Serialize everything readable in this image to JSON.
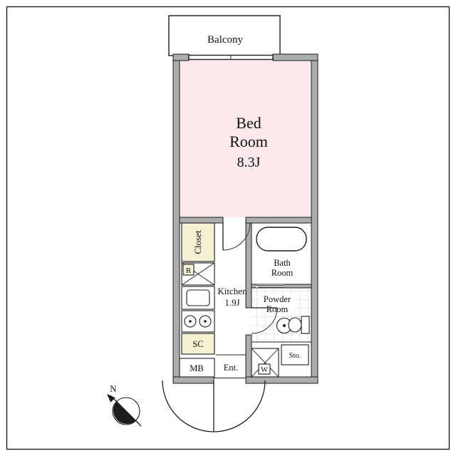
{
  "plan": {
    "balcony_label": "Balcony",
    "bedroom": {
      "line1": "Bed",
      "line2": "Room",
      "size": "8.3J"
    },
    "closet_label": "Closet",
    "refrigerator_label": "R",
    "kitchen": {
      "name": "Kitchen",
      "size": "1.9J"
    },
    "bathroom": {
      "line1": "Bath",
      "line2": "Room"
    },
    "powder_room": {
      "line1": "Powder",
      "line2": "Room"
    },
    "shoe_closet_label": "SC",
    "meter_box_label": "MB",
    "entrance_label": "Ent.",
    "washer_label": "W",
    "storage_label": "Sto.",
    "compass_label": "N"
  },
  "colors": {
    "bedroom_floor": "#fbe9ec",
    "cabinet_fill": "#f5f2d3",
    "wall_fill": "#acacac",
    "tile_line": "#d6d6d6",
    "line": "#1c1c1c",
    "background": "#ffffff"
  }
}
